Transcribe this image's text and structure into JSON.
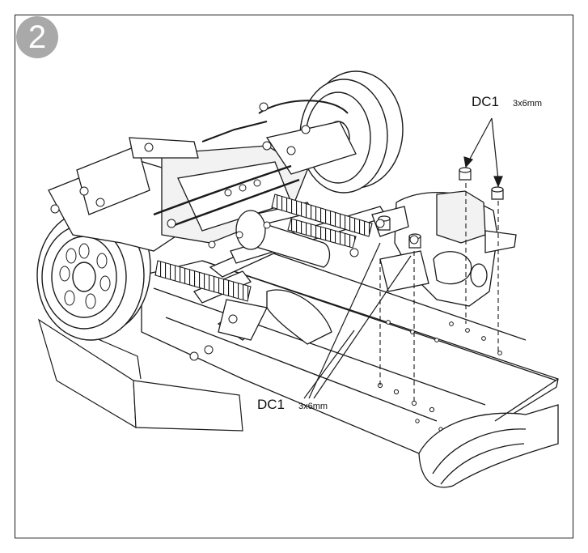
{
  "step": {
    "number": "2"
  },
  "callouts": {
    "top": {
      "part": "DC1",
      "size": "3x6mm"
    },
    "bottom": {
      "part": "DC1",
      "size": "3x6mm"
    }
  },
  "colors": {
    "line": "#1a1a1a",
    "badge": "#a9a9a9",
    "shade": "#d9d9d9",
    "background": "#ffffff"
  }
}
